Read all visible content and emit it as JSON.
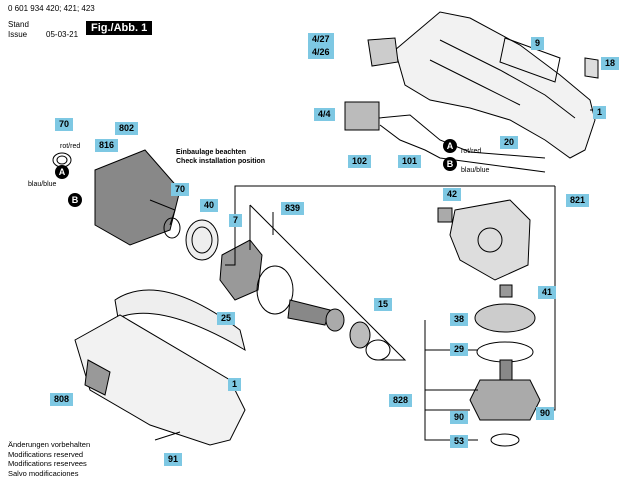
{
  "header": {
    "partno": "0 601 934 420; 421; 423",
    "stand": "Stand",
    "issue": "Issue",
    "date": "05-03-21",
    "figure": "Fig./Abb. 1"
  },
  "callouts": {
    "c427": "4/27",
    "c426": "4/26",
    "c44": "4/4",
    "c9": "9",
    "c18": "18",
    "c1a": "1",
    "c20": "20",
    "c102": "102",
    "c101": "101",
    "c70a": "70",
    "c802": "802",
    "c816": "816",
    "c70b": "70",
    "c40": "40",
    "c7": "7",
    "c839": "839",
    "c42": "42",
    "c821": "821",
    "c41": "41",
    "c15": "15",
    "c38": "38",
    "c29": "29",
    "c25": "25",
    "c828": "828",
    "c90a": "90",
    "c90b": "90",
    "c53": "53",
    "c808": "808",
    "c1b": "1",
    "c91": "91"
  },
  "notes": {
    "rotred1": "rot/red",
    "blaublue1": "blau/blue",
    "rotred2": "rot/red",
    "blaublue2": "blau/blue",
    "install_de": "Einbaulage beachten",
    "install_en": "Check installation position"
  },
  "markers": {
    "a1": "A",
    "b1": "B",
    "a2": "A",
    "b2": "B"
  },
  "footer": {
    "de": "Änderungen vorbehalten",
    "en": "Modifications reserved",
    "fr": "Modifications reservees",
    "es": "Salvo modificaciones"
  }
}
